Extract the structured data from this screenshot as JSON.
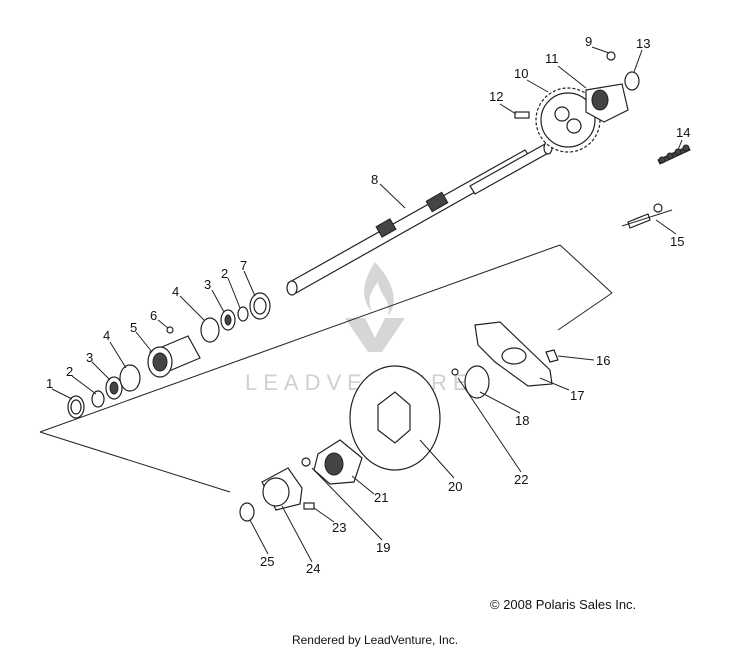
{
  "watermark": {
    "text": "LEADVENTURE"
  },
  "callouts": [
    {
      "id": "1",
      "label": "1"
    },
    {
      "id": "2a",
      "label": "2"
    },
    {
      "id": "3a",
      "label": "3"
    },
    {
      "id": "4a",
      "label": "4"
    },
    {
      "id": "5",
      "label": "5"
    },
    {
      "id": "6",
      "label": "6"
    },
    {
      "id": "4b",
      "label": "4"
    },
    {
      "id": "3b",
      "label": "3"
    },
    {
      "id": "2b",
      "label": "2"
    },
    {
      "id": "7",
      "label": "7"
    },
    {
      "id": "8",
      "label": "8"
    },
    {
      "id": "9",
      "label": "9"
    },
    {
      "id": "10",
      "label": "10"
    },
    {
      "id": "11",
      "label": "11"
    },
    {
      "id": "12",
      "label": "12"
    },
    {
      "id": "13",
      "label": "13"
    },
    {
      "id": "14",
      "label": "14"
    },
    {
      "id": "15",
      "label": "15"
    },
    {
      "id": "16",
      "label": "16"
    },
    {
      "id": "17",
      "label": "17"
    },
    {
      "id": "18",
      "label": "18"
    },
    {
      "id": "19",
      "label": "19"
    },
    {
      "id": "20",
      "label": "20"
    },
    {
      "id": "21",
      "label": "21"
    },
    {
      "id": "22",
      "label": "22"
    },
    {
      "id": "23",
      "label": "23"
    },
    {
      "id": "24",
      "label": "24"
    },
    {
      "id": "25",
      "label": "25"
    }
  ],
  "copyright": "© 2008 Polaris Sales Inc.",
  "rendered_by": "Rendered by LeadVenture, Inc."
}
